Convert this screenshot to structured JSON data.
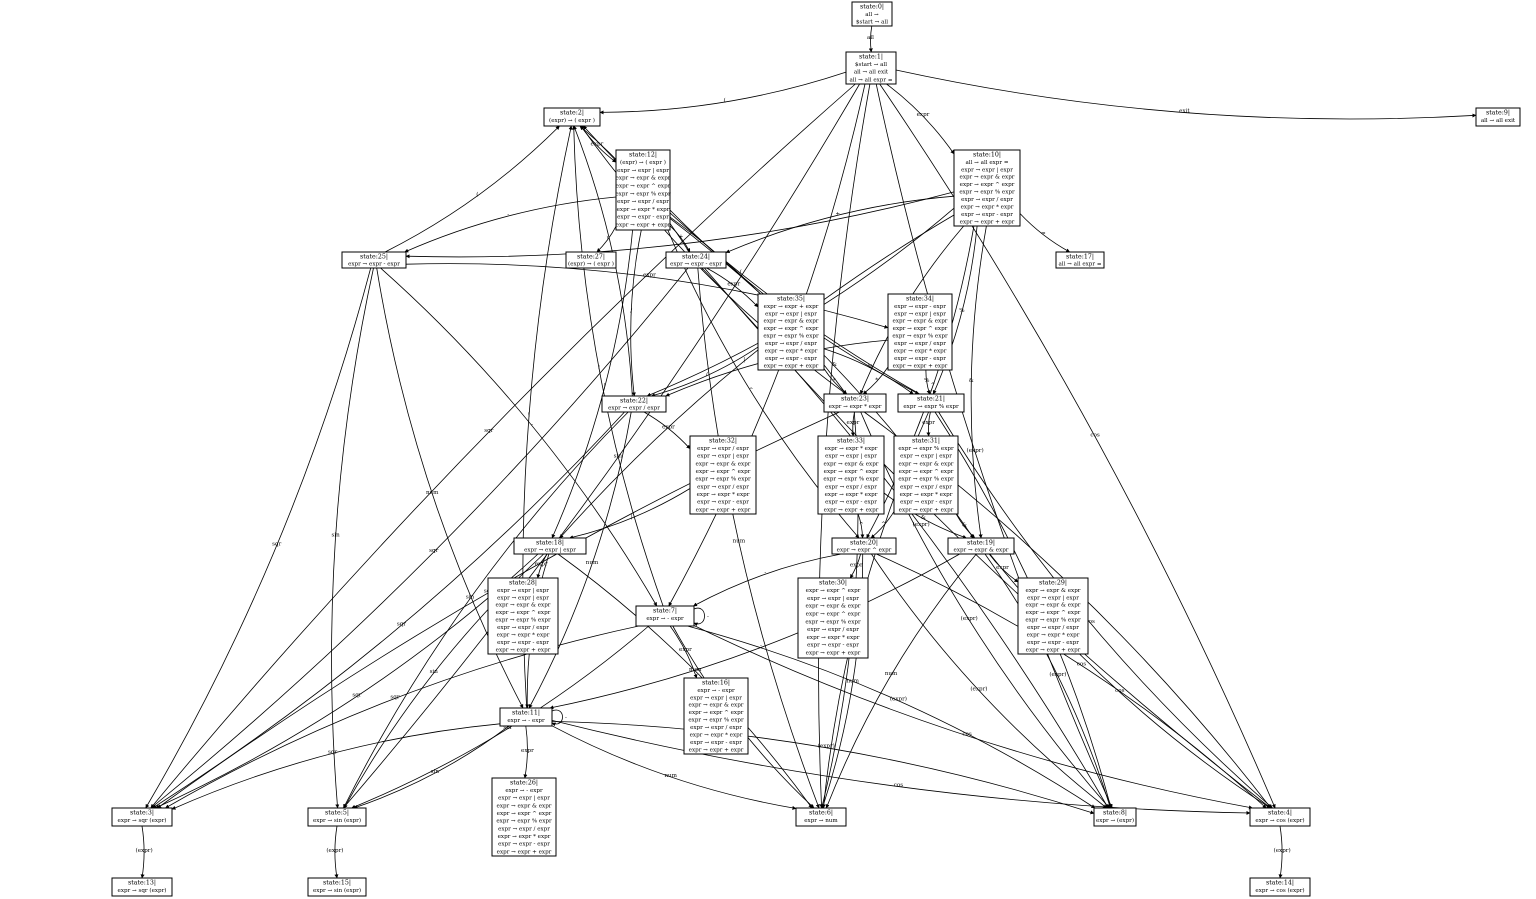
{
  "diagram": {
    "type": "LR parser automaton",
    "nodes": [
      {
        "id": "s0",
        "title": "state:0|",
        "lines": [
          "all →",
          "$start → all"
        ]
      },
      {
        "id": "s1",
        "title": "state:1|",
        "lines": [
          "$start → all",
          "all → all exit",
          "all → all expr ="
        ]
      },
      {
        "id": "s2",
        "title": "state:2|",
        "lines": [
          "(expr) → ( expr )"
        ]
      },
      {
        "id": "s9",
        "title": "state:9|",
        "lines": [
          "all → all exit"
        ]
      },
      {
        "id": "s12",
        "title": "state:12|",
        "lines": [
          "(expr) → ( expr )",
          "expr → expr | expr",
          "expr → expr & expr",
          "expr → expr ^ expr",
          "expr → expr % expr",
          "expr → expr / expr",
          "expr → expr * expr",
          "expr → expr - expr",
          "expr → expr + expr"
        ]
      },
      {
        "id": "s10",
        "title": "state:10|",
        "lines": [
          "all → all expr =",
          "expr → expr | expr",
          "expr → expr & expr",
          "expr → expr ^ expr",
          "expr → expr % expr",
          "expr → expr / expr",
          "expr → expr * expr",
          "expr → expr - expr",
          "expr → expr + expr"
        ]
      },
      {
        "id": "s25",
        "title": "state:25|",
        "lines": [
          "expr → expr - expr"
        ]
      },
      {
        "id": "s27",
        "title": "state:27|",
        "lines": [
          "(expr) → ( expr )"
        ]
      },
      {
        "id": "s24",
        "title": "state:24|",
        "lines": [
          "expr → expr - expr"
        ]
      },
      {
        "id": "s17",
        "title": "state:17|",
        "lines": [
          "all → all expr ="
        ]
      },
      {
        "id": "s35",
        "title": "state:35|",
        "lines": [
          "expr → expr + expr",
          "expr → expr | expr",
          "expr → expr & expr",
          "expr → expr ^ expr",
          "expr → expr % expr",
          "expr → expr / expr",
          "expr → expr * expr",
          "expr → expr - expr",
          "expr → expr + expr"
        ]
      },
      {
        "id": "s34",
        "title": "state:34|",
        "lines": [
          "expr → expr - expr",
          "expr → expr | expr",
          "expr → expr & expr",
          "expr → expr ^ expr",
          "expr → expr % expr",
          "expr → expr / expr",
          "expr → expr * expr",
          "expr → expr - expr",
          "expr → expr + expr"
        ]
      },
      {
        "id": "s22",
        "title": "state:22|",
        "lines": [
          "expr → expr / expr"
        ]
      },
      {
        "id": "s23",
        "title": "state:23|",
        "lines": [
          "expr → expr * expr"
        ]
      },
      {
        "id": "s21",
        "title": "state:21|",
        "lines": [
          "expr → expr % expr"
        ]
      },
      {
        "id": "s32",
        "title": "state:32|",
        "lines": [
          "expr → expr / expr",
          "expr → expr | expr",
          "expr → expr & expr",
          "expr → expr ^ expr",
          "expr → expr % expr",
          "expr → expr / expr",
          "expr → expr * expr",
          "expr → expr - expr",
          "expr → expr + expr"
        ]
      },
      {
        "id": "s33",
        "title": "state:33|",
        "lines": [
          "expr → expr * expr",
          "expr → expr | expr",
          "expr → expr & expr",
          "expr → expr ^ expr",
          "expr → expr % expr",
          "expr → expr / expr",
          "expr → expr * expr",
          "expr → expr - expr",
          "expr → expr + expr"
        ]
      },
      {
        "id": "s31",
        "title": "state:31|",
        "lines": [
          "expr → expr % expr",
          "expr → expr | expr",
          "expr → expr & expr",
          "expr → expr ^ expr",
          "expr → expr % expr",
          "expr → expr / expr",
          "expr → expr * expr",
          "expr → expr - expr",
          "expr → expr + expr"
        ]
      },
      {
        "id": "s18",
        "title": "state:18|",
        "lines": [
          "expr → expr | expr"
        ]
      },
      {
        "id": "s20",
        "title": "state:20|",
        "lines": [
          "expr → expr ^ expr"
        ]
      },
      {
        "id": "s19",
        "title": "state:19|",
        "lines": [
          "expr → expr & expr"
        ]
      },
      {
        "id": "s28",
        "title": "state:28|",
        "lines": [
          "expr → expr | expr",
          "expr → expr | expr",
          "expr → expr & expr",
          "expr → expr ^ expr",
          "expr → expr % expr",
          "expr → expr / expr",
          "expr → expr * expr",
          "expr → expr - expr",
          "expr → expr + expr"
        ]
      },
      {
        "id": "s7",
        "title": "state:7|",
        "lines": [
          "expr → - expr"
        ]
      },
      {
        "id": "s30",
        "title": "state:30|",
        "lines": [
          "expr → expr ^ expr",
          "expr → expr | expr",
          "expr → expr & expr",
          "expr → expr ^ expr",
          "expr → expr % expr",
          "expr → expr / expr",
          "expr → expr * expr",
          "expr → expr - expr",
          "expr → expr + expr"
        ]
      },
      {
        "id": "s29",
        "title": "state:29|",
        "lines": [
          "expr → expr & expr",
          "expr → expr | expr",
          "expr → expr & expr",
          "expr → expr ^ expr",
          "expr → expr % expr",
          "expr → expr / expr",
          "expr → expr * expr",
          "expr → expr - expr",
          "expr → expr + expr"
        ]
      },
      {
        "id": "s16",
        "title": "state:16|",
        "lines": [
          "expr → - expr",
          "expr → expr | expr",
          "expr → expr & expr",
          "expr → expr ^ expr",
          "expr → expr % expr",
          "expr → expr / expr",
          "expr → expr * expr",
          "expr → expr - expr",
          "expr → expr + expr"
        ]
      },
      {
        "id": "s11",
        "title": "state:11|",
        "lines": [
          "expr → - expr"
        ]
      },
      {
        "id": "s26",
        "title": "state:26|",
        "lines": [
          "expr → - expr",
          "expr → expr | expr",
          "expr → expr & expr",
          "expr → expr ^ expr",
          "expr → expr % expr",
          "expr → expr / expr",
          "expr → expr * expr",
          "expr → expr - expr",
          "expr → expr + expr"
        ]
      },
      {
        "id": "s3",
        "title": "state:3|",
        "lines": [
          "expr → sqr (expr)"
        ]
      },
      {
        "id": "s5",
        "title": "state:5|",
        "lines": [
          "expr → sin (expr)"
        ]
      },
      {
        "id": "s6",
        "title": "state:6|",
        "lines": [
          "expr → num"
        ]
      },
      {
        "id": "s8",
        "title": "state:8|",
        "lines": [
          "expr → (expr)"
        ]
      },
      {
        "id": "s4",
        "title": "state:4|",
        "lines": [
          "expr → cos (expr)"
        ]
      },
      {
        "id": "s13",
        "title": "state:13|",
        "lines": [
          "expr → sqr (expr)"
        ]
      },
      {
        "id": "s15",
        "title": "state:15|",
        "lines": [
          "expr → sin (expr)"
        ]
      },
      {
        "id": "s14",
        "title": "state:14|",
        "lines": [
          "expr → cos (expr)"
        ]
      }
    ],
    "edges": [
      {
        "from": "s0",
        "to": "s1",
        "label": "all"
      },
      {
        "from": "s1",
        "to": "s2",
        "label": "("
      },
      {
        "from": "s1",
        "to": "s9",
        "label": "exit"
      },
      {
        "from": "s1",
        "to": "s10",
        "label": "expr"
      },
      {
        "from": "s1",
        "to": "s3",
        "label": "sqr"
      },
      {
        "from": "s1",
        "to": "s5",
        "label": "sin"
      },
      {
        "from": "s1",
        "to": "s6",
        "label": "num"
      },
      {
        "from": "s1",
        "to": "s7",
        "label": "-"
      },
      {
        "from": "s1",
        "to": "s8",
        "label": "(expr)"
      },
      {
        "from": "s1",
        "to": "s4",
        "label": "cos"
      },
      {
        "from": "s2",
        "to": "s12",
        "label": "expr"
      },
      {
        "from": "s12",
        "to": "s27",
        "label": ")"
      },
      {
        "from": "s12",
        "to": "s25",
        "label": "-"
      },
      {
        "from": "s12",
        "to": "s24",
        "label": "+"
      },
      {
        "from": "s12",
        "to": "s22",
        "label": "/"
      },
      {
        "from": "s12",
        "to": "s23",
        "label": "*"
      },
      {
        "from": "s12",
        "to": "s21",
        "label": "%"
      },
      {
        "from": "s12",
        "to": "s18",
        "label": "|"
      },
      {
        "from": "s12",
        "to": "s20",
        "label": "^"
      },
      {
        "from": "s12",
        "to": "s19",
        "label": "&"
      },
      {
        "from": "s10",
        "to": "s17",
        "label": "="
      },
      {
        "from": "s10",
        "to": "s25",
        "label": "-"
      },
      {
        "from": "s10",
        "to": "s24",
        "label": "+"
      },
      {
        "from": "s10",
        "to": "s22",
        "label": "/"
      },
      {
        "from": "s10",
        "to": "s23",
        "label": "*"
      },
      {
        "from": "s10",
        "to": "s21",
        "label": "%"
      },
      {
        "from": "s10",
        "to": "s18",
        "label": "|"
      },
      {
        "from": "s10",
        "to": "s20",
        "label": "^"
      },
      {
        "from": "s10",
        "to": "s19",
        "label": "&"
      },
      {
        "from": "s25",
        "to": "s34",
        "label": "expr"
      },
      {
        "from": "s25",
        "to": "s2",
        "label": "("
      },
      {
        "from": "s25",
        "to": "s3",
        "label": "sqr"
      },
      {
        "from": "s25",
        "to": "s5",
        "label": "sin"
      },
      {
        "from": "s25",
        "to": "s7",
        "label": "-"
      },
      {
        "from": "s25",
        "to": "s11",
        "label": "num"
      },
      {
        "from": "s24",
        "to": "s35",
        "label": "expr"
      },
      {
        "from": "s24",
        "to": "s2",
        "label": "("
      },
      {
        "from": "s24",
        "to": "s3",
        "label": "sqr"
      },
      {
        "from": "s24",
        "to": "s6",
        "label": "num"
      },
      {
        "from": "s24",
        "to": "s8",
        "label": "(expr)"
      },
      {
        "from": "s24",
        "to": "s4",
        "label": "cos"
      },
      {
        "from": "s35",
        "to": "s22",
        "label": "/"
      },
      {
        "from": "s35",
        "to": "s23",
        "label": "*"
      },
      {
        "from": "s35",
        "to": "s21",
        "label": "%"
      },
      {
        "from": "s34",
        "to": "s22",
        "label": "/"
      },
      {
        "from": "s34",
        "to": "s23",
        "label": "*"
      },
      {
        "from": "s34",
        "to": "s21",
        "label": "%"
      },
      {
        "from": "s22",
        "to": "s32",
        "label": "expr"
      },
      {
        "from": "s22",
        "to": "s2",
        "label": "("
      },
      {
        "from": "s22",
        "to": "s3",
        "label": "sqr"
      },
      {
        "from": "s22",
        "to": "s5",
        "label": "sin"
      },
      {
        "from": "s22",
        "to": "s11",
        "label": "num"
      },
      {
        "from": "s23",
        "to": "s33",
        "label": "expr"
      },
      {
        "from": "s23",
        "to": "s2",
        "label": "("
      },
      {
        "from": "s23",
        "to": "s3",
        "label": "sqr"
      },
      {
        "from": "s23",
        "to": "s6",
        "label": "num"
      },
      {
        "from": "s23",
        "to": "s8",
        "label": "(expr)"
      },
      {
        "from": "s23",
        "to": "s4",
        "label": "cos"
      },
      {
        "from": "s21",
        "to": "s31",
        "label": "expr"
      },
      {
        "from": "s21",
        "to": "s2",
        "label": "("
      },
      {
        "from": "s21",
        "to": "s6",
        "label": "num"
      },
      {
        "from": "s21",
        "to": "s8",
        "label": "(expr)"
      },
      {
        "from": "s21",
        "to": "s4",
        "label": "cos"
      },
      {
        "from": "s33",
        "to": "s20",
        "label": "^"
      },
      {
        "from": "s33",
        "to": "s19",
        "label": "&"
      },
      {
        "from": "s31",
        "to": "s20",
        "label": "^"
      },
      {
        "from": "s31",
        "to": "s19",
        "label": "&"
      },
      {
        "from": "s32",
        "to": "s18",
        "label": "|"
      },
      {
        "from": "s18",
        "to": "s28",
        "label": "expr"
      },
      {
        "from": "s18",
        "to": "s3",
        "label": "sqr"
      },
      {
        "from": "s18",
        "to": "s5",
        "label": "sin"
      },
      {
        "from": "s18",
        "to": "s6",
        "label": "num"
      },
      {
        "from": "s18",
        "to": "s11",
        "label": "-"
      },
      {
        "from": "s20",
        "to": "s30",
        "label": "expr"
      },
      {
        "from": "s20",
        "to": "s7",
        "label": "-"
      },
      {
        "from": "s20",
        "to": "s6",
        "label": "num"
      },
      {
        "from": "s20",
        "to": "s8",
        "label": "(expr)"
      },
      {
        "from": "s20",
        "to": "s4",
        "label": "cos"
      },
      {
        "from": "s19",
        "to": "s29",
        "label": "expr"
      },
      {
        "from": "s19",
        "to": "s11",
        "label": "-"
      },
      {
        "from": "s19",
        "to": "s6",
        "label": "num"
      },
      {
        "from": "s19",
        "to": "s8",
        "label": "(expr)"
      },
      {
        "from": "s19",
        "to": "s4",
        "label": "cos"
      },
      {
        "from": "s7",
        "to": "s16",
        "label": "expr"
      },
      {
        "from": "s7",
        "to": "s7",
        "label": "-"
      },
      {
        "from": "s7",
        "to": "s2",
        "label": "("
      },
      {
        "from": "s7",
        "to": "s3",
        "label": "sqr"
      },
      {
        "from": "s7",
        "to": "s5",
        "label": "sin"
      },
      {
        "from": "s7",
        "to": "s6",
        "label": "num"
      },
      {
        "from": "s7",
        "to": "s8",
        "label": "(expr)"
      },
      {
        "from": "s7",
        "to": "s4",
        "label": "cos"
      },
      {
        "from": "s11",
        "to": "s26",
        "label": "expr"
      },
      {
        "from": "s11",
        "to": "s11",
        "label": "-"
      },
      {
        "from": "s11",
        "to": "s2",
        "label": "("
      },
      {
        "from": "s11",
        "to": "s3",
        "label": "sqr"
      },
      {
        "from": "s11",
        "to": "s5",
        "label": "sin"
      },
      {
        "from": "s11",
        "to": "s6",
        "label": "num"
      },
      {
        "from": "s11",
        "to": "s8",
        "label": "(expr)"
      },
      {
        "from": "s11",
        "to": "s4",
        "label": "cos"
      },
      {
        "from": "s3",
        "to": "s13",
        "label": "(expr)"
      },
      {
        "from": "s5",
        "to": "s15",
        "label": "(expr)"
      },
      {
        "from": "s4",
        "to": "s14",
        "label": "(expr)"
      }
    ]
  }
}
